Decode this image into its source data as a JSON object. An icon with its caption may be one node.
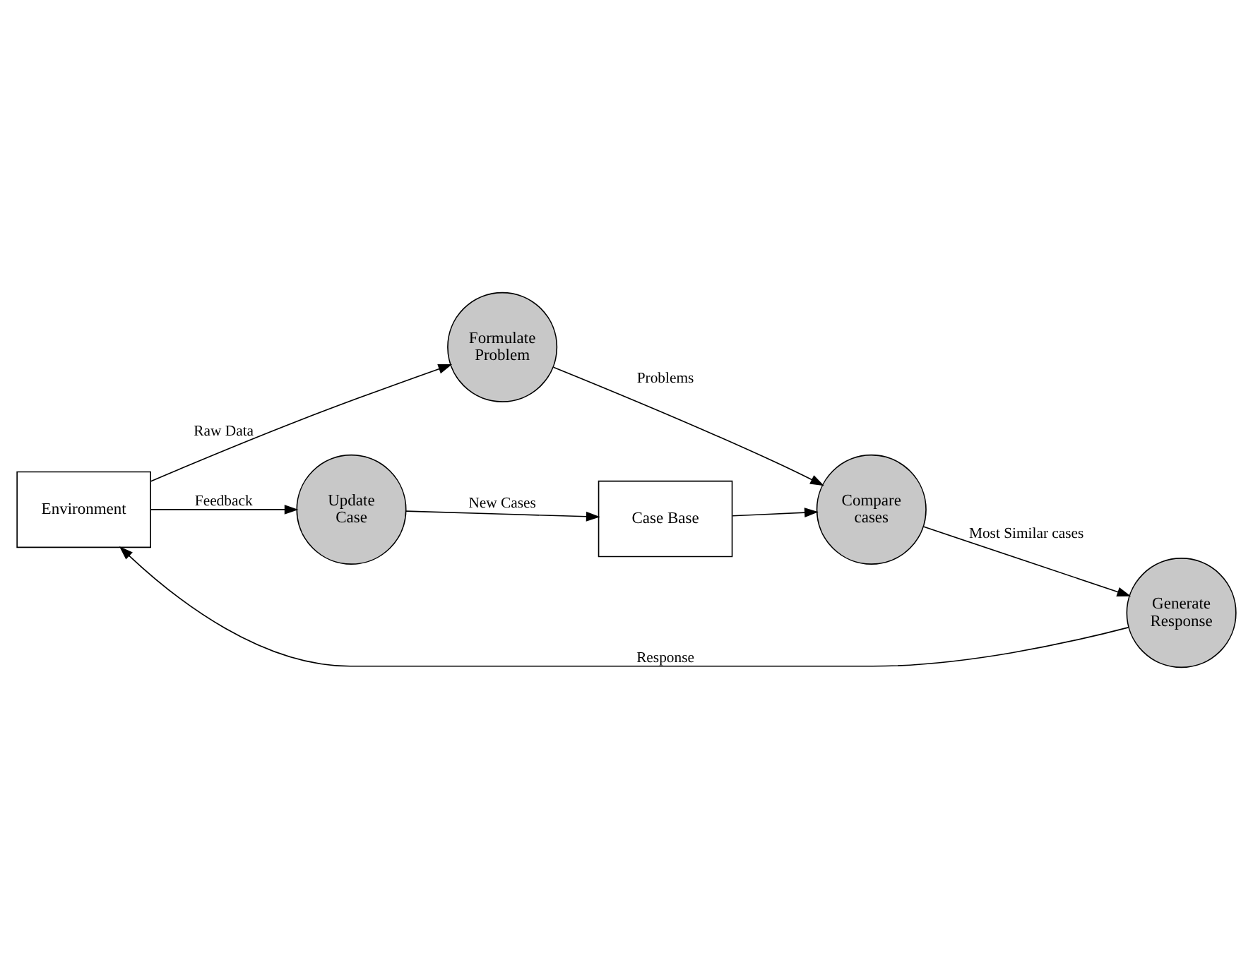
{
  "diagram": {
    "nodes": [
      {
        "text": [
          "Environment"
        ]
      },
      {
        "text": [
          "Formulate Problem"
        ]
      },
      {
        "text": [
          "Compare cases"
        ]
      },
      {
        "text": [
          "Generate Response"
        ]
      },
      {
        "text": [
          "Update Case"
        ]
      },
      {
        "text": [
          "Case Base"
        ]
      }
    ],
    "edges": [
      {
        "from": 0,
        "to": 1,
        "arrow": "to",
        "label": "Raw Data"
      },
      {
        "from": 1,
        "to": 2,
        "arrow": "to",
        "label": "Problems"
      },
      {
        "from": 2,
        "to": 3,
        "arrow": "to",
        "label": "Most Similar cases"
      },
      {
        "from": 3,
        "to": 0,
        "arrow": "to",
        "label": "Response"
      },
      {
        "from": 0,
        "to": 4,
        "arrow": "to",
        "label": "Feedback"
      },
      {
        "from": 4,
        "to": 5,
        "arrow": "to",
        "label": "New Cases"
      },
      {
        "from": 5,
        "to": 2,
        "arrow": "to"
      }
    ]
  }
}
